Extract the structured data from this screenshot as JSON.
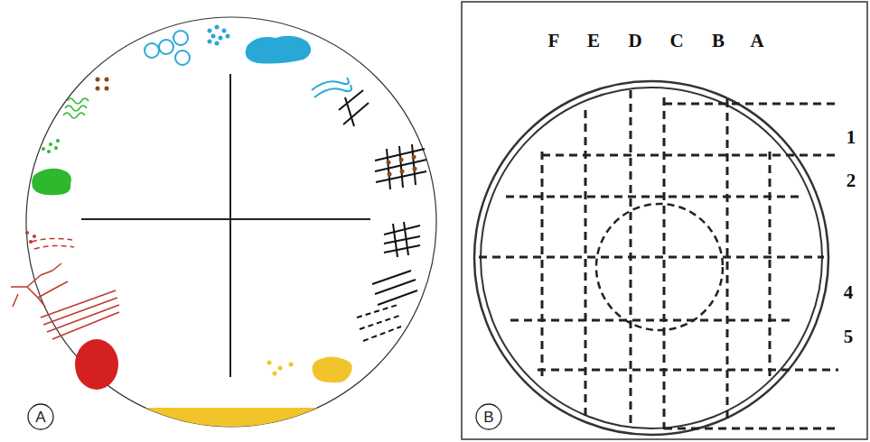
{
  "diagram": {
    "nodes": [
      {
        "text": [
          "A"
        ]
      },
      {
        "text": [
          "B"
        ]
      }
    ],
    "labels": [
      "F",
      "E",
      "D",
      "C",
      "B",
      "A",
      "1",
      "2",
      "4",
      "5"
    ]
  }
}
